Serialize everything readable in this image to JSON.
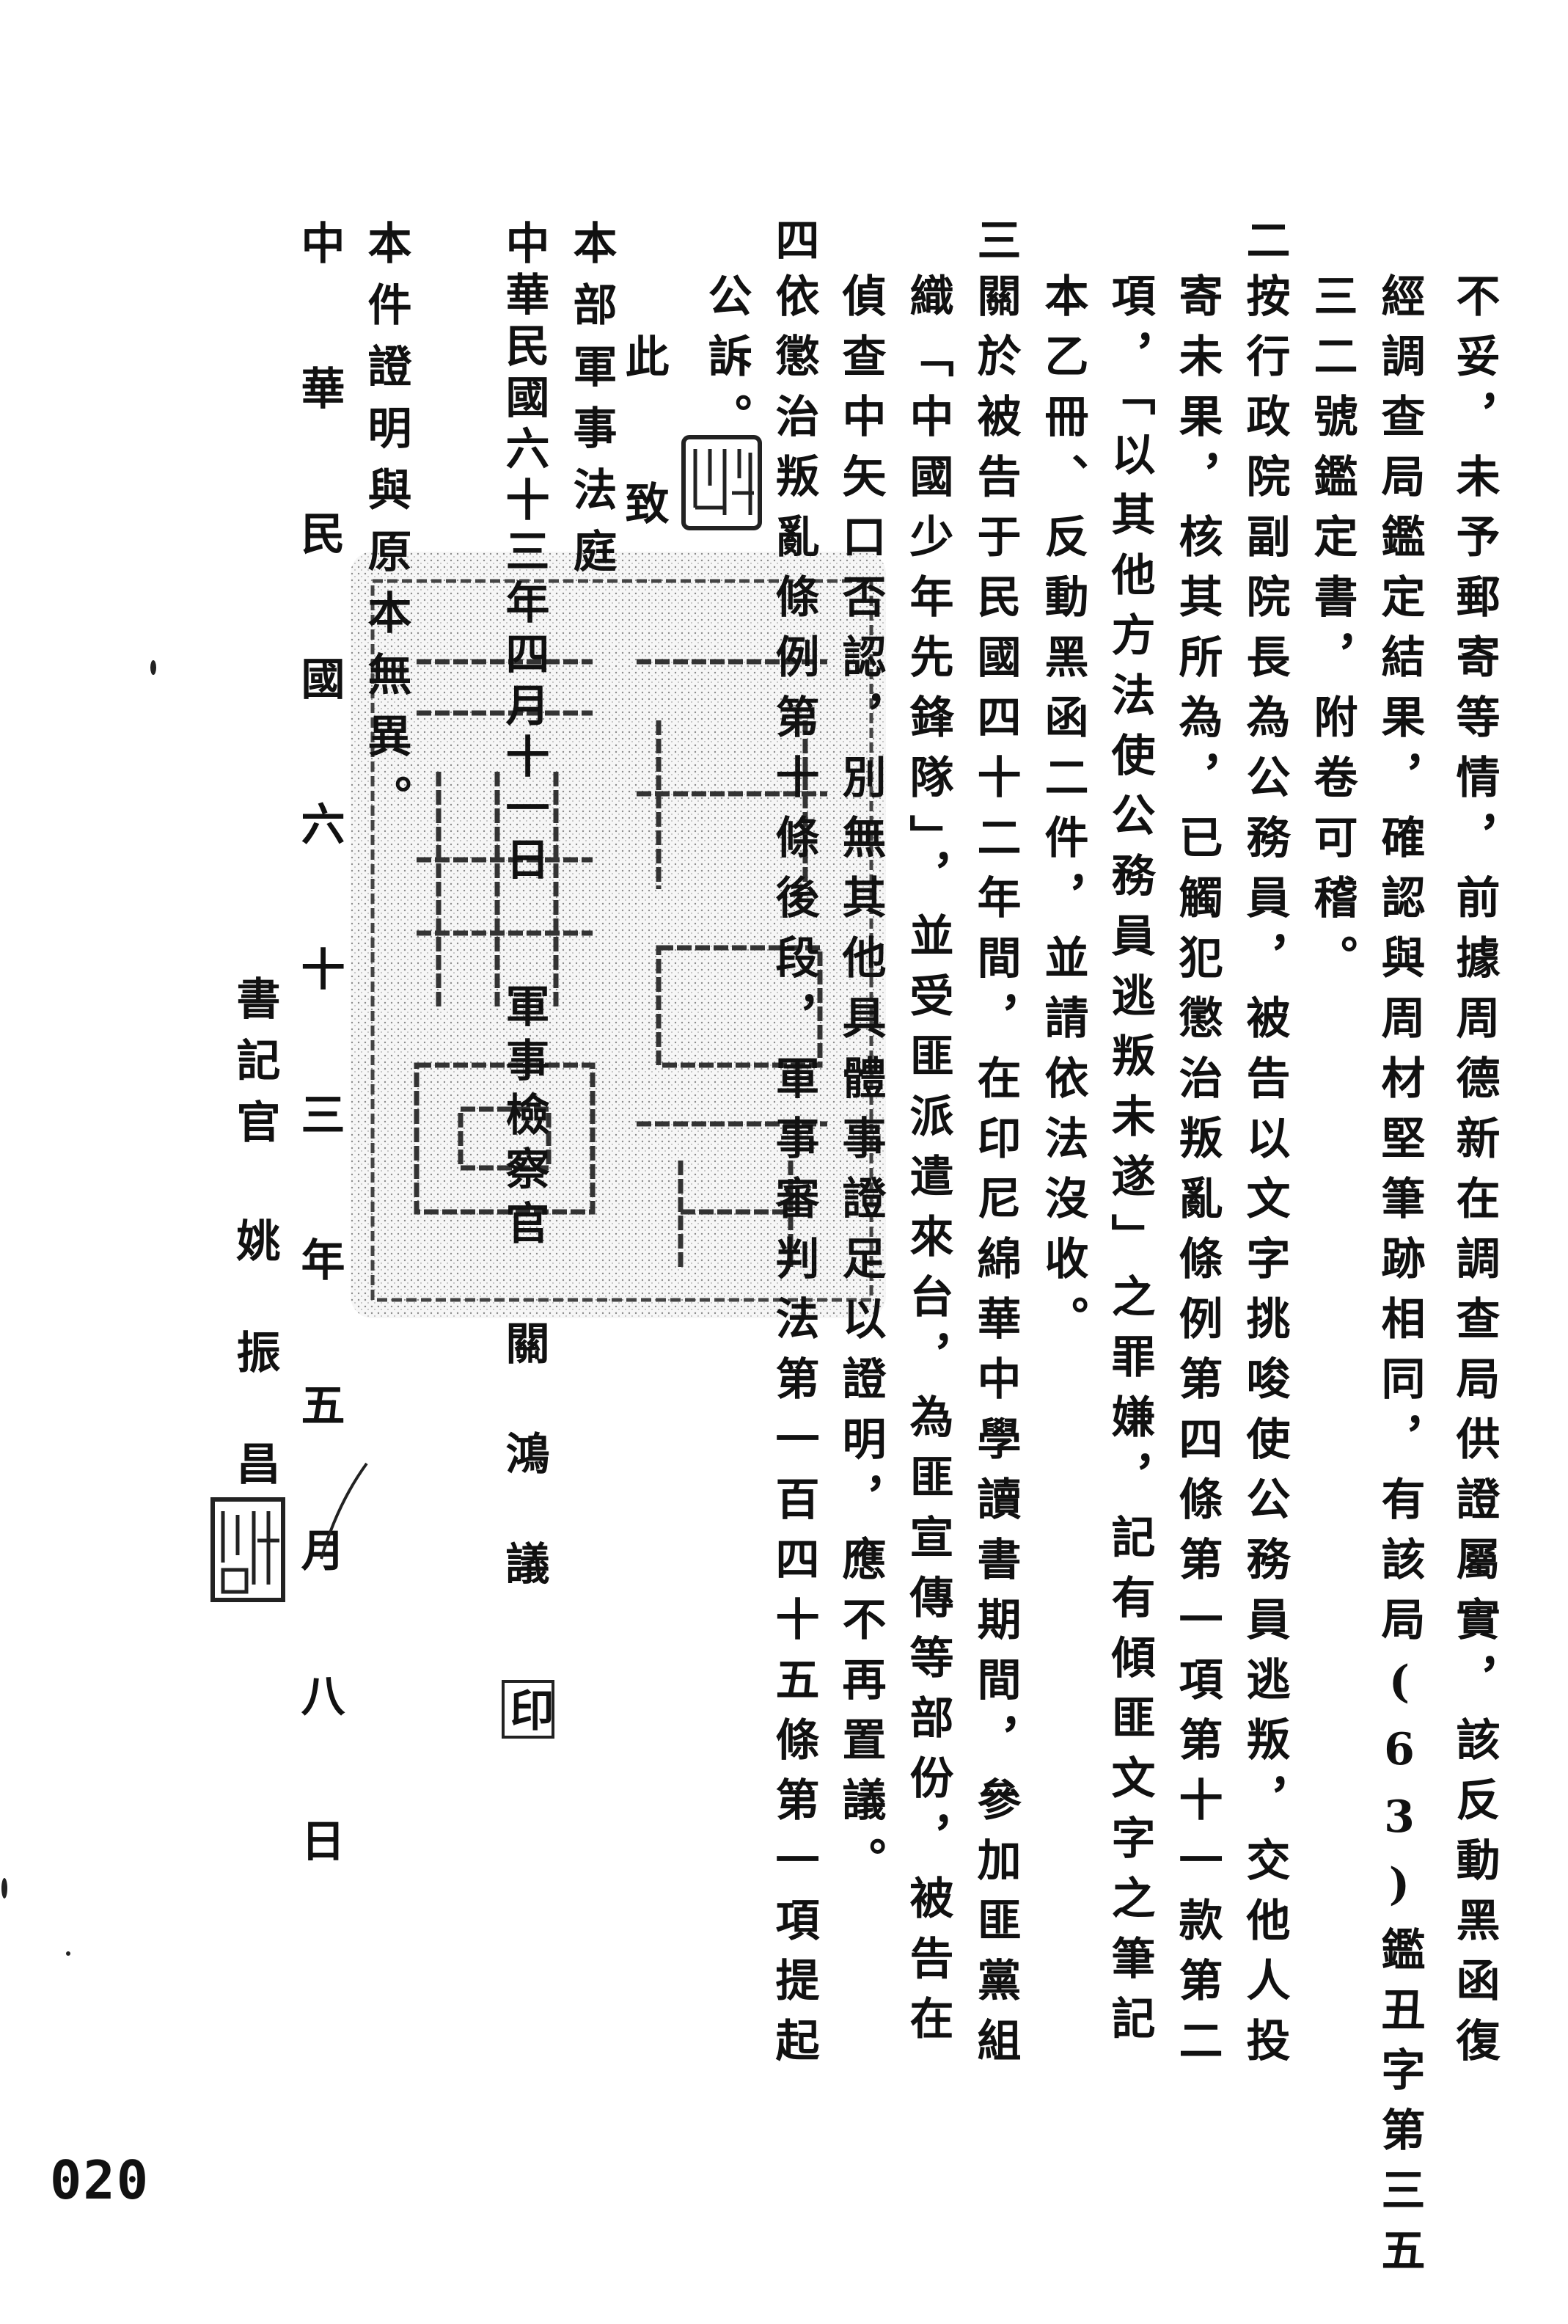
{
  "document": {
    "paragraph_continuation": {
      "col1": "不妥，未予郵寄等情，前據周德新在調查局供證屬實，該反動黑函復",
      "col2": "經調查局鑑定結果，確認與周材堅筆跡相同，有該局(63)鑑丑字第三五",
      "col3": "三二號鑑定書，附卷可稽。"
    },
    "item2": {
      "number": "二",
      "col1": "按行政院副院長為公務員，被告以文字挑唆使公務員逃叛，交他人投",
      "col2": "寄未果，核其所為，已觸犯懲治叛亂條例第四條第一項第十一款第二",
      "col3": "項，「以其他方法使公務員逃叛未遂」之罪嫌，記有傾匪文字之筆記",
      "col4": "本乙冊、反動黑函二件，並請依法沒收。"
    },
    "item3": {
      "number": "三",
      "col1": "關於被告于民國四十二年間，在印尼綿華中學讀書期間，參加匪黨組",
      "col2": "織「中國少年先鋒隊」，並受匪派遣來台，為匪宣傳等部份，被告在",
      "col3": "偵查中矢口否認，別無其他具體事證足以證明，應不再置議。"
    },
    "item4": {
      "number": "四",
      "col1": "依懲治叛亂條例第十條後段，軍事審判法第一百四十五條第一項提起",
      "col2": "公訴。"
    },
    "closing": "此　致",
    "addressee": "本部軍事法庭",
    "date_issued": "中華民國六十三年四月十一日",
    "prosecutor_title": "軍事檢察官",
    "prosecutor_name": "關鴻議",
    "seal_mark": "印",
    "certification": "本件證明與原本無異。",
    "certification_date": "中華民國六十三年五月八日",
    "clerk_title": "書記官",
    "clerk_name": "姚振昌",
    "page_number": "020"
  }
}
